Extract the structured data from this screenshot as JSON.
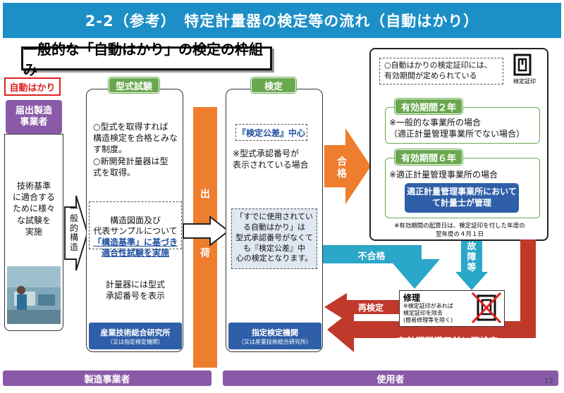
{
  "header": {
    "title": "2-2（参考）　特定計量器の検定等の流れ（自動はかり）"
  },
  "subtitle": "一般的な「自動はかり」の検定の枠組み",
  "category_label": "自動はかり",
  "left": {
    "maker_label": "届出製造\n事業者",
    "description": "技術基準\nに適合する\nために様々\nな試験を\n実施"
  },
  "arrow_general": "一般\n的\n構造",
  "type_test": {
    "tag": "型式試験",
    "text1": "○型式を取得すれば\n構造検定を合格とみな\nす制度。\n○新開発計量器は型\n式を取得。",
    "text2_line1": "構造図面及び\n代表サンプルについて\n",
    "text2_highlight": "「構造基準」に基づき\n適合性試験を実施",
    "text3": "計量器には型式\n承認番号を表示",
    "org_name": "産業技術総合研究所",
    "org_sub": "（又は指定検定機関）"
  },
  "shipping_label": "出\n\n\n\n\n荷",
  "inspection": {
    "tag": "検定",
    "tolerance": "『検定公差』中心",
    "tolerance_note": "※型式承認番号が\n表示されている場合",
    "used_note": "「すでに使用されている自動はかり」は\n型式承認番号がなくても『検定公差』中\n心の検定となります。",
    "org_name": "指定検定機関",
    "org_sub": "（又は産業技術総合研究所）"
  },
  "pass_label": "合\n格",
  "certificate": {
    "note": "○自動はかりの検定証印には、\n有効期間が定められている",
    "seal_label": "検定証印",
    "period2_tag": "有効期間２年",
    "period2_text": "※一般的な事業所の場合\n（適正計量管理事業所でない場合）",
    "period6_tag": "有効期間６年",
    "period6_text": "※適正計量管理事業所の場合",
    "period6_box": "適正計量管理事業所において\nて計量士が管理",
    "footnote": "※有効期間の起算日は、検定証印を付した年度の\n翌年度の４月１日"
  },
  "fail_label": "不合格",
  "breakdown_label": "故\n障\n等",
  "repair": {
    "title": "修理",
    "note": "※検定証印があれば\n検定証印を除去\n(簡易修理等を除く)"
  },
  "reinspect_label": "再検定",
  "expiry_label": "有効期間満了前に再検定",
  "footer": {
    "left": "製造事業者",
    "right": "使用者"
  },
  "page_number": "13",
  "colors": {
    "header": "#1c8fc7",
    "purple": "#8a5aa8",
    "green": "#6aa84f",
    "orange": "#ee7d2d",
    "teal": "#2aa7c9",
    "red": "#c0392b",
    "blue": "#2f5fa8"
  }
}
